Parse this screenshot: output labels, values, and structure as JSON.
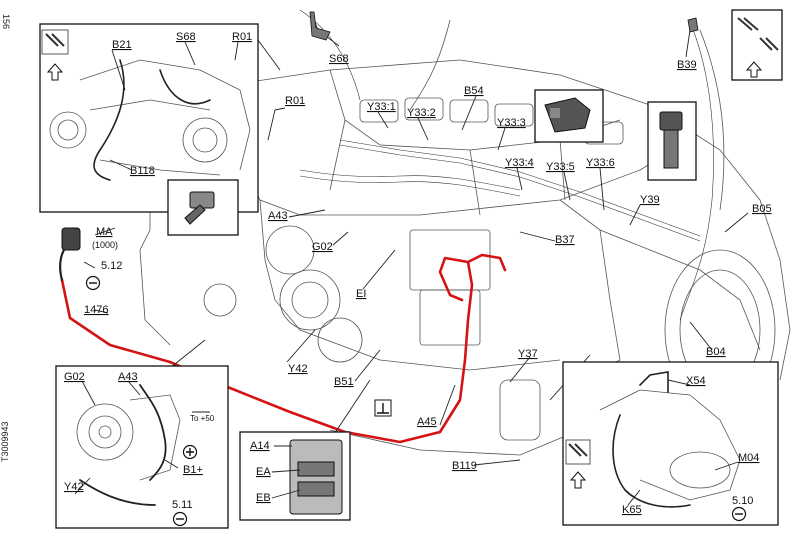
{
  "page_number": "156",
  "figure_code": "T3009943",
  "harness_color": "#d41414",
  "labels": {
    "S68_top": "S68",
    "B39": "B39",
    "R01_main": "R01",
    "Y33_1": "Y33:1",
    "Y33_2": "Y33:2",
    "B54": "B54",
    "Y33_3": "Y33:3",
    "Y33_4": "Y33:4",
    "Y33_5": "Y33:5",
    "Y33_6": "Y33:6",
    "A43_main": "A43",
    "Y39": "Y39",
    "B05": "B05",
    "MA": "MA",
    "MA_sub": "(1000)",
    "G02_main": "G02",
    "B37": "B37",
    "ground_512": "5.12",
    "EI": "EI",
    "w1476": "1476",
    "B04": "B04",
    "Y42_main": "Y42",
    "B51": "B51",
    "Y37": "Y37",
    "A45": "A45",
    "B119": "B119"
  },
  "inset_topleft": {
    "B21": "B21",
    "S68": "S68",
    "R01": "R01",
    "B118": "B118"
  },
  "inset_alternator": {
    "G02": "G02",
    "A43": "A43",
    "to_note": "To +50",
    "B1plus": "B1+",
    "Y42": "Y42",
    "ground_511": "5.11"
  },
  "inset_ecu": {
    "A14": "A14",
    "EA": "EA",
    "EB": "EB"
  },
  "inset_starter": {
    "X54": "X54",
    "M04": "M04",
    "K65": "K65",
    "ground_510": "5.10"
  },
  "icons": [
    "connector-pair-icon",
    "arrow-up-icon",
    "ground-minus-icon",
    "plus-terminal-icon",
    "ground-symbol-icon"
  ]
}
